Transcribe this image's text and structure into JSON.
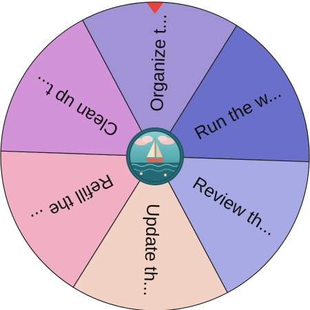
{
  "wheel": {
    "segments": [
      {
        "label": "Organize t...",
        "color": "#a093d6",
        "text_color": "#111111"
      },
      {
        "label": "Run the w...",
        "color": "#6a6fca",
        "text_color": "#ffffff"
      },
      {
        "label": "Review th...",
        "color": "#a7aae4",
        "text_color": "#111111"
      },
      {
        "label": "Update th...",
        "color": "#f2d2c5",
        "text_color": "#111111"
      },
      {
        "label": "Refill the ...",
        "color": "#f1afc4",
        "text_color": "#111111"
      },
      {
        "label": "Clean up t...",
        "color": "#d393d9",
        "text_color": "#111111"
      }
    ],
    "pointer_color": "#e5443a",
    "divider_color": "#1f1f1f",
    "hub_icon": "sailboat-sunset-icon"
  }
}
